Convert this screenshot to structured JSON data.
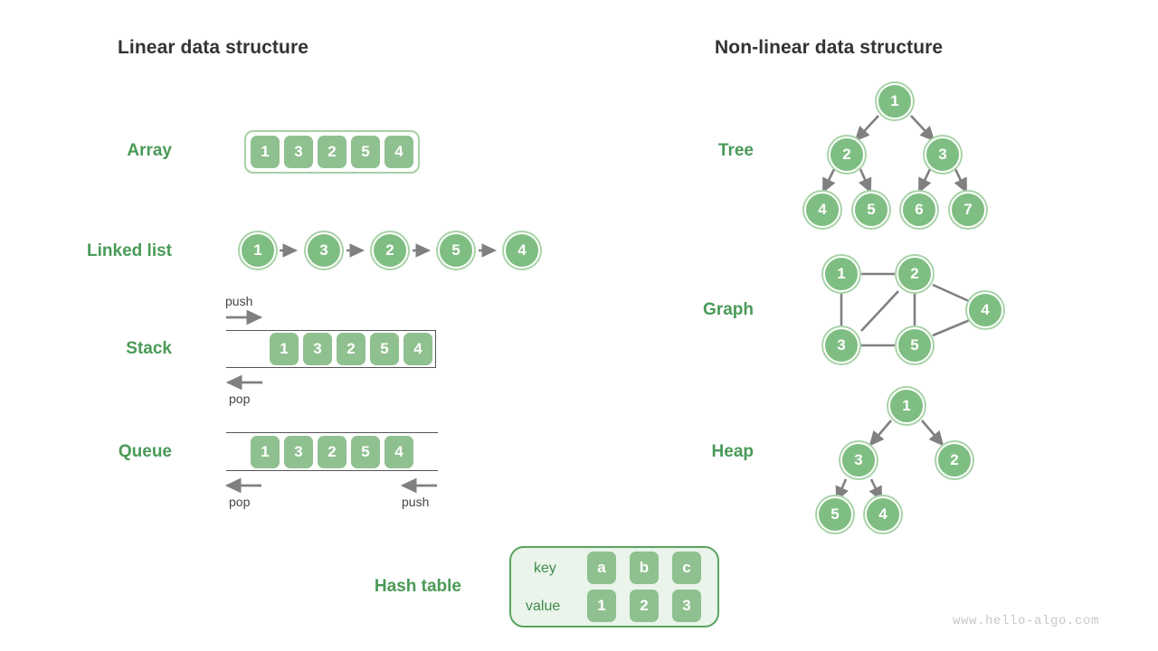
{
  "headings": {
    "linear": "Linear data structure",
    "nonlinear": "Non-linear data structure"
  },
  "labels": {
    "array": "Array",
    "linked_list": "Linked list",
    "stack": "Stack",
    "queue": "Queue",
    "hash_table": "Hash table",
    "tree": "Tree",
    "graph": "Graph",
    "heap": "Heap"
  },
  "operations": {
    "stack_push": "push",
    "stack_pop": "pop",
    "queue_pop": "pop",
    "queue_push": "push"
  },
  "array": {
    "values": [
      "1",
      "3",
      "2",
      "5",
      "4"
    ]
  },
  "linked_list": {
    "values": [
      "1",
      "3",
      "2",
      "5",
      "4"
    ]
  },
  "stack": {
    "values": [
      "1",
      "3",
      "2",
      "5",
      "4"
    ]
  },
  "queue": {
    "values": [
      "1",
      "3",
      "2",
      "5",
      "4"
    ]
  },
  "hash_table": {
    "key_label": "key",
    "value_label": "value",
    "keys": [
      "a",
      "b",
      "c"
    ],
    "values": [
      "1",
      "2",
      "3"
    ]
  },
  "tree": {
    "nodes": [
      "1",
      "2",
      "3",
      "4",
      "5",
      "6",
      "7"
    ],
    "edges": [
      [
        0,
        1
      ],
      [
        0,
        2
      ],
      [
        1,
        3
      ],
      [
        1,
        4
      ],
      [
        2,
        5
      ],
      [
        2,
        6
      ]
    ]
  },
  "graph": {
    "nodes": [
      "1",
      "2",
      "3",
      "4",
      "5"
    ],
    "edges": [
      [
        0,
        1
      ],
      [
        0,
        2
      ],
      [
        1,
        2
      ],
      [
        1,
        4
      ],
      [
        1,
        3
      ],
      [
        2,
        4
      ],
      [
        4,
        3
      ]
    ]
  },
  "heap": {
    "nodes": [
      "1",
      "3",
      "2",
      "5",
      "4"
    ],
    "edges": [
      [
        0,
        1
      ],
      [
        0,
        2
      ],
      [
        1,
        3
      ],
      [
        1,
        4
      ]
    ]
  },
  "footer": {
    "site": "www.hello-algo.com"
  },
  "colors": {
    "node_fill": "#7fbe82",
    "cell_fill": "#8fc08f",
    "label_green": "#4a9a57",
    "heading_gray": "#333333",
    "arrow_gray": "#808080",
    "hash_bg": "#eaf4ea",
    "hash_border": "#5ba35f"
  }
}
